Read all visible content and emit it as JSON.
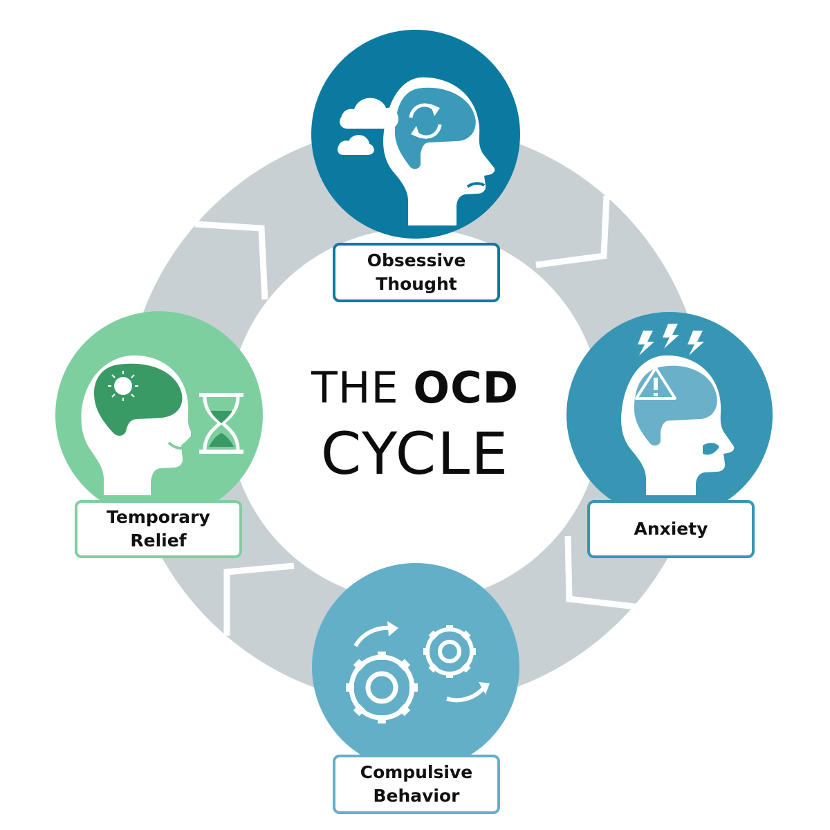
{
  "title": {
    "prefix": "THE",
    "emphasis": "OCD",
    "second_line": "CYCLE"
  },
  "stages": [
    {
      "key": "obsessive",
      "label": "Obsessive\nThought",
      "icon": "head-with-clouds-and-refresh-icon",
      "color": "#0a7aa0"
    },
    {
      "key": "anxiety",
      "label": "Anxiety",
      "icon": "head-with-warning-and-lightning-icon",
      "color": "#3796b4"
    },
    {
      "key": "compulsive",
      "label": "Compulsive\nBehavior",
      "icon": "gears-with-arrows-icon",
      "color": "#64afc8"
    },
    {
      "key": "relief",
      "label": "Temporary\nRelief",
      "icon": "head-with-sun-and-hourglass-icon",
      "color": "#7ecf9f"
    }
  ],
  "colors": {
    "ring": "#c9d0d3",
    "obsessive_circle": "#0a7aa0",
    "anxiety_circle": "#3796b4",
    "compulsive_circle": "#64afc8",
    "relief_circle": "#7ecf9f",
    "relief_brain": "#3a9a66",
    "icon_white": "#ffffff"
  }
}
